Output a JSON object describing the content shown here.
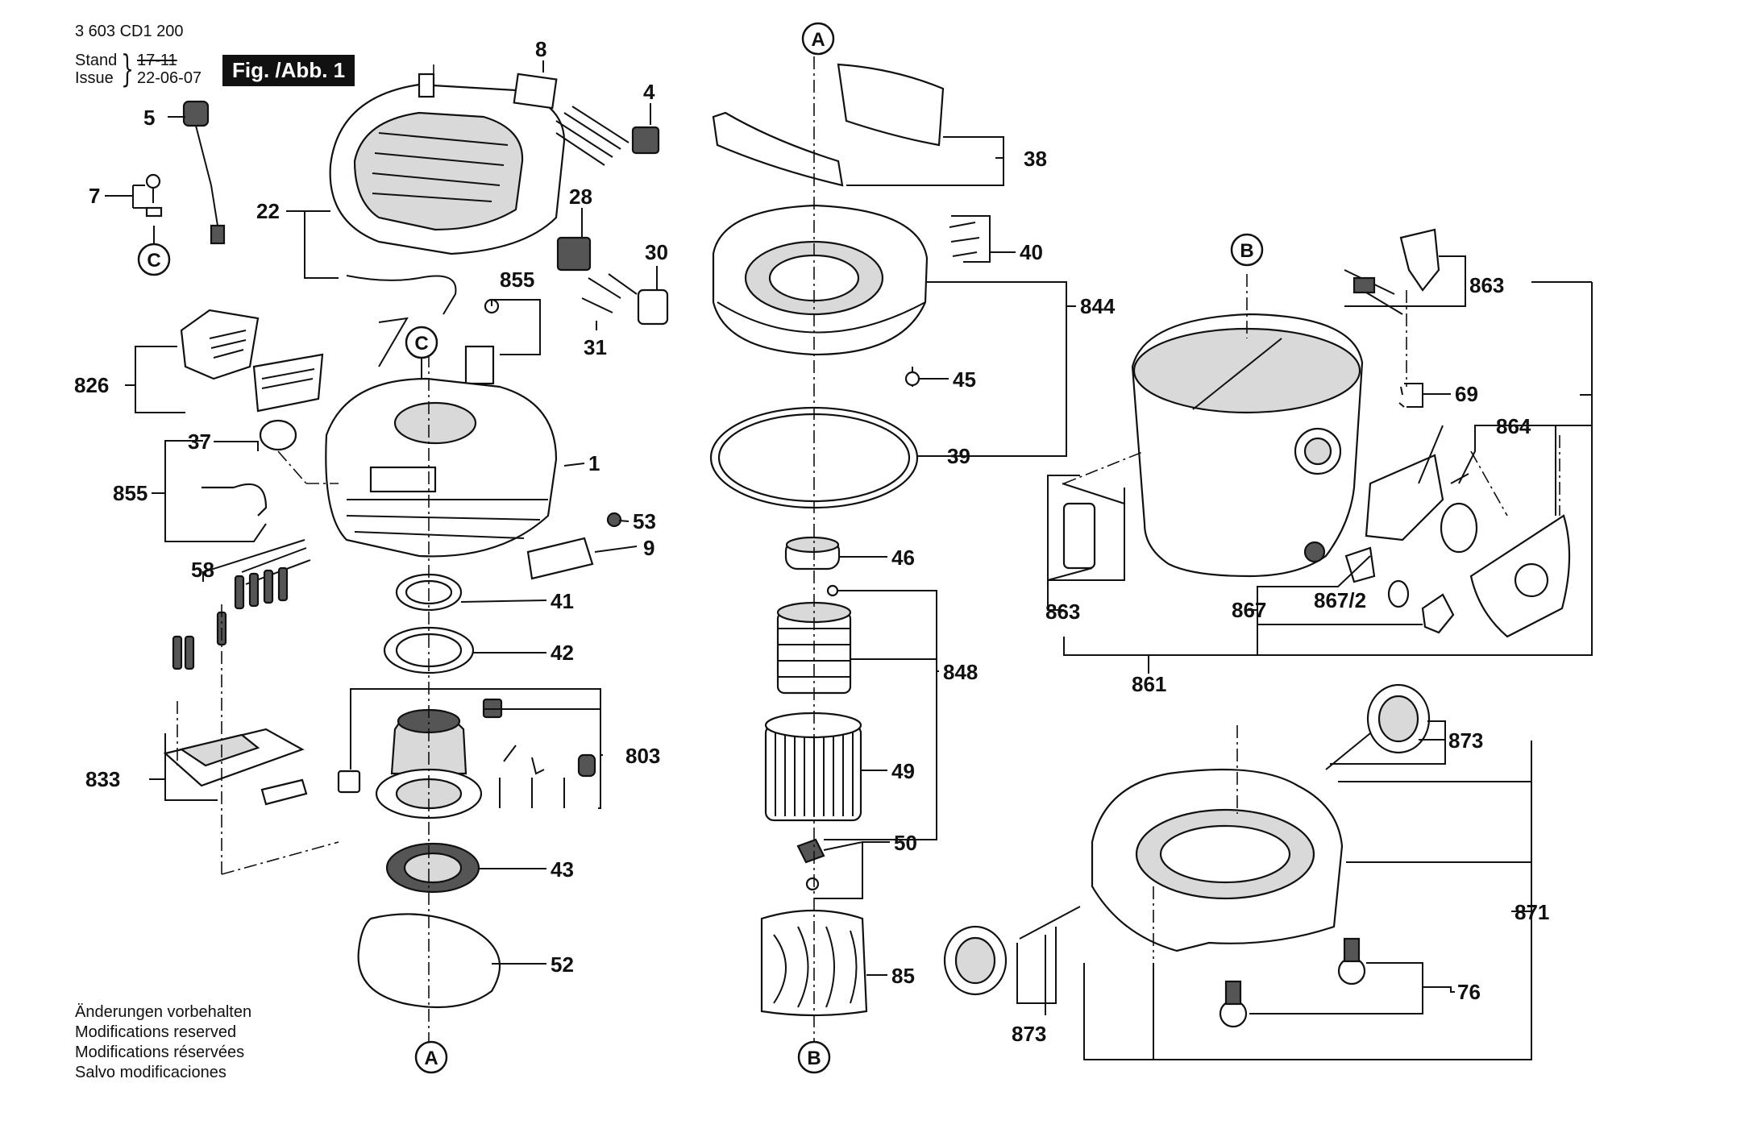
{
  "header": {
    "doc_number": "3 603 CD1 200",
    "stand_label": "Stand",
    "issue_label": "Issue",
    "rev_old": "17-11",
    "rev_date": "22-06-07",
    "figure": "Fig. /Abb. 1"
  },
  "notes": [
    "Änderungen vorbehalten",
    "Modifications reserved",
    "Modifications réservées",
    "Salvo modificaciones"
  ],
  "circle_refs": {
    "a": "A",
    "b": "B",
    "c": "C"
  },
  "part_numbers": {
    "p1": "1",
    "p4": "4",
    "p5": "5",
    "p7": "7",
    "p8": "8",
    "p9": "9",
    "p22": "22",
    "p28": "28",
    "p30": "30",
    "p31": "31",
    "p37": "37",
    "p38": "38",
    "p39": "39",
    "p40": "40",
    "p41": "41",
    "p42": "42",
    "p43": "43",
    "p45": "45",
    "p46": "46",
    "p49": "49",
    "p50": "50",
    "p52": "52",
    "p53": "53",
    "p58": "58",
    "p69": "69",
    "p76": "76",
    "p85": "85",
    "p803": "803",
    "p826": "826",
    "p833": "833",
    "p844": "844",
    "p848": "848",
    "p855": "855",
    "p861": "861",
    "p863": "863",
    "p864": "864",
    "p867": "867",
    "p867_2": "867/2",
    "p871": "871",
    "p873": "873"
  }
}
